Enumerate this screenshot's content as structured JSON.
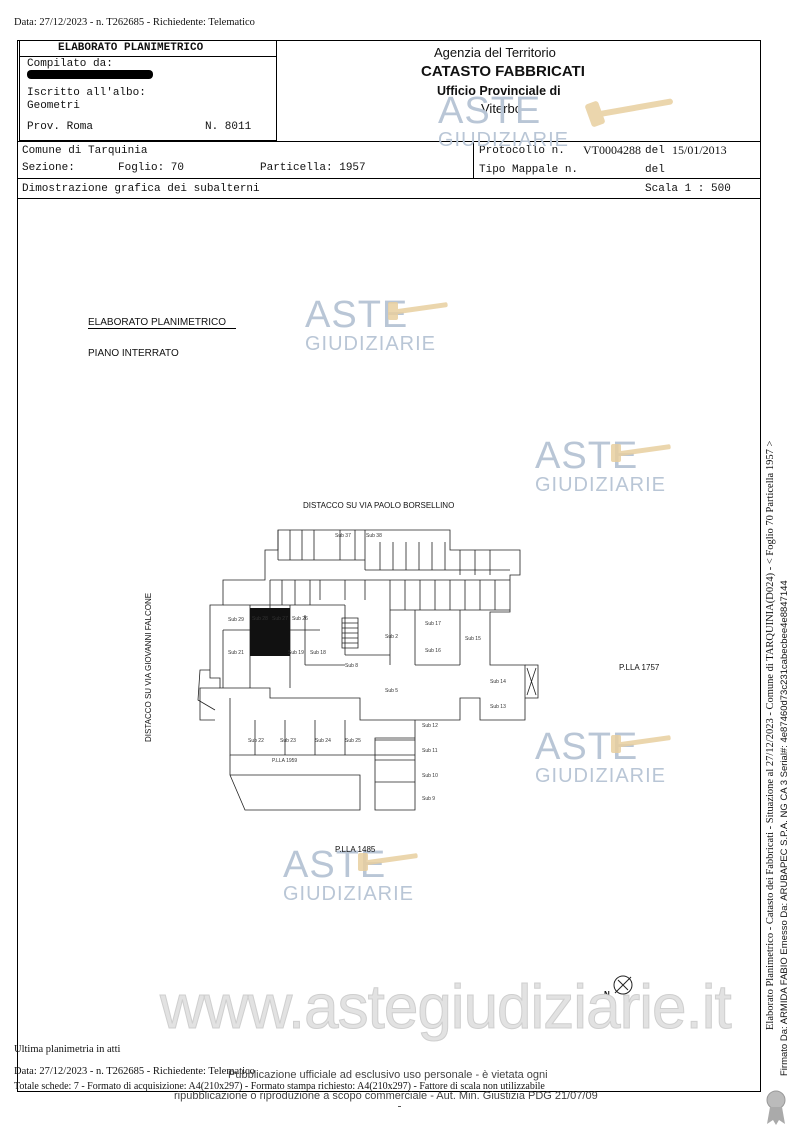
{
  "header_line": "Data: 27/12/2023 - n. T262685 - Richiedente: Telematico",
  "cartiglio": {
    "title": "ELABORATO PLANIMETRICO",
    "compilato_label": "Compilato da:",
    "iscritto_label": "Iscritto all'albo:",
    "iscritto_value": "Geometri",
    "prov_label": "Prov. Roma",
    "numero": "N. 8011"
  },
  "agency": {
    "line1": "Agenzia del Territorio",
    "line2": "CATASTO FABBRICATI",
    "line3": "Ufficio Provinciale di",
    "line4": "Viterbo"
  },
  "row2": {
    "comune": "Comune di Tarquinia",
    "sezione": "Sezione:",
    "foglio": "Foglio: 70",
    "particella": "Particella: 1957",
    "protocollo_label": "Protocollo n.",
    "protocollo_value": "VT0004288",
    "del_label": "del",
    "del_value": "15/01/2013",
    "tipo_label": "Tipo Mappale n.",
    "del2_label": "del"
  },
  "row3": {
    "dimostrazione": "Dimostrazione grafica dei subalterni",
    "scala": "Scala 1 : 500"
  },
  "drawing": {
    "title": "ELABORATO PLANIMETRICO",
    "subtitle": "PIANO INTERRATO",
    "street_top": "DISTACCO SU VIA PAOLO BORSELLINO",
    "street_left": "DISTACCO SU VIA GIOVANNI FALCONE",
    "plla_1757": "P.LLA 1757",
    "plla_1485": "P.LLA 1485",
    "north": "N"
  },
  "watermark": {
    "aste": "ASTE",
    "giudiziarie": "GIUDIZIARIE",
    "site": "www.astegiudiziarie.it"
  },
  "footer": {
    "ultima": "Ultima planimetria in atti",
    "line1": "Data: 27/12/2023 - n. T262685 - Richiedente: Telematico",
    "line2": "Totale schede: 7 - Formato di acquisizione: A4(210x297) - Formato stampa richiesto: A4(210x297) - Fattore di scala non utilizzabile",
    "publ1": "Pubblicazione ufficiale ad esclusivo uso personale - è vietata ogni",
    "publ2": "ripubblicazione o riproduzione a scopo commerciale - Aut. Min. Giustizia PDG 21/07/09"
  },
  "side_text": {
    "line1": "Elaborato Planimetrico - Catasto dei Fabbricati - Situazione al 27/12/2023 - Comune di TARQUINIA(D024) - < Foglio 70 Particella 1957 >",
    "line2": "Firmato Da: ARMIDA FABIO Emesso Da: ARUBAPEC S.P.A. NG CA 3 Serial#: 4e87460d73c231cabecbee4e8847144"
  }
}
